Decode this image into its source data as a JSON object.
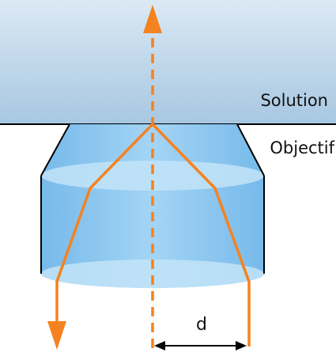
{
  "labels": {
    "solution": "Solution",
    "objective": "Objectif",
    "distance": "d"
  },
  "colors": {
    "solution_fill_top": "#c6dced",
    "solution_fill_bottom": "#a3c4df",
    "lens_fill": "#7fc1ef",
    "lens_light": "#a9d7f5",
    "lens_ellipse": "#c2e4f8",
    "ray": "#f58220",
    "outline": "#000000"
  },
  "icons": {
    "incident_beam": "dashed-arrow-up",
    "emitted_rays": "refracted-rays",
    "exit_arrow": "arrow-down"
  }
}
